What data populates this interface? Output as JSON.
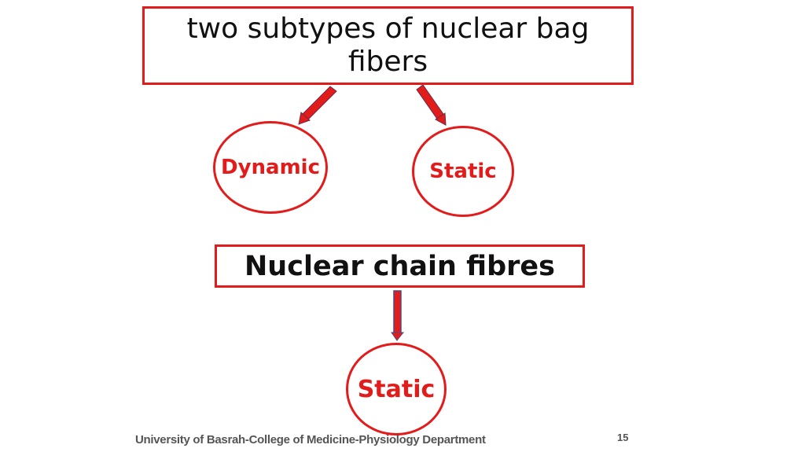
{
  "title": "two subtypes of nuclear bag fibers",
  "bag_subtypes": [
    "Dynamic",
    "Static"
  ],
  "chain_title": "Nuclear chain fibres",
  "chain_subtypes": [
    "Static"
  ],
  "footer": {
    "institution": "University of Basrah-College of Medicine-Physiology Department",
    "page_number": "15"
  },
  "colors": {
    "accent": "#e21b1b",
    "arrow_edge": "#4a4a8a"
  }
}
